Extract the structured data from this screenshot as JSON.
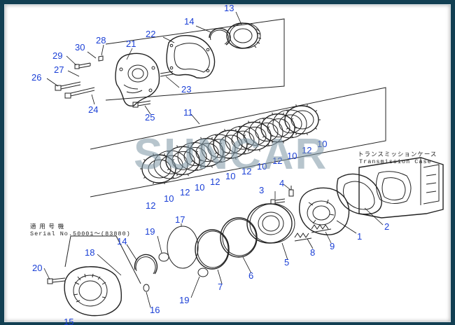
{
  "watermark": "SUNCAR",
  "labels": {
    "transmission_case_jp": "トランスミッションケース",
    "transmission_case_en": "Transmission Case",
    "serial_header_jp": "適 用 号 機",
    "serial_range": "Serial No.50001～(83880)"
  },
  "part_numbers": {
    "p13": "13",
    "p14_top": "14",
    "p22": "22",
    "p28": "28",
    "p30": "30",
    "p21": "21",
    "p29": "29",
    "p27": "27",
    "p26": "26",
    "p23": "23",
    "p24": "24",
    "p25": "25",
    "p11": "11",
    "s10_a": "10",
    "s12_a": "12",
    "s10_b": "10",
    "s12_b": "12",
    "s10_c": "10",
    "s12_c": "12",
    "s10_d": "10",
    "s12_d": "12",
    "s10_e": "10",
    "s12_e": "12",
    "s10_f": "10",
    "s12_f": "12",
    "p3": "3",
    "p4": "4",
    "p2": "2",
    "p1": "1",
    "p8": "8",
    "p9": "9",
    "p5": "5",
    "p6": "6",
    "p7": "7",
    "p17": "17",
    "p19_a": "19",
    "p19_b": "19",
    "p14_bottom": "14",
    "p18": "18",
    "p20": "20",
    "p16": "16",
    "p15": "15"
  },
  "colors": {
    "frame": "#123f52",
    "panel": "#ffffff",
    "numbers": "#1a3fd6",
    "lines": "#222222"
  }
}
